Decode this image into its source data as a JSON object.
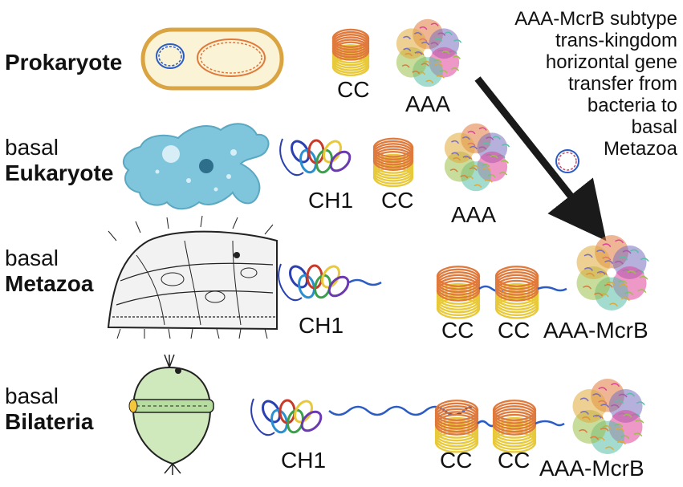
{
  "rows": {
    "prokaryote": {
      "name": "Prokaryote",
      "cc": "CC",
      "aaa": "AAA"
    },
    "eukaryote": {
      "prefix": "basal",
      "name": "Eukaryote",
      "ch1": "CH1",
      "cc": "CC",
      "aaa": "AAA"
    },
    "metazoa": {
      "prefix": "basal",
      "name": "Metazoa",
      "ch1": "CH1",
      "cc1": "CC",
      "cc2": "CC",
      "aaa": "AAA-McrB"
    },
    "bilateria": {
      "prefix": "basal",
      "name": "Bilateria",
      "ch1": "CH1",
      "cc1": "CC",
      "cc2": "CC",
      "aaa": "AAA-McrB"
    }
  },
  "note_lines": [
    "AAA-McrB subtype",
    "trans-kingdom",
    "horizontal gene",
    "transfer from",
    "bacteria to",
    "basal",
    "Metazoa"
  ],
  "colors": {
    "helix_orange": "#e07a3c",
    "helix_yellow": "#e8c93a",
    "linker_blue": "#2a5cc4",
    "cell_membrane": "#d9a441",
    "cell_fill": "#fbf3d6",
    "amoeba": "#7fc6dd",
    "blastula": "#cfe9bd",
    "aaa_colors": [
      "#e07a3c",
      "#7a6fc0",
      "#e0449a",
      "#58c0a8",
      "#9ac04a",
      "#e0a93a"
    ]
  },
  "icons": [
    "prokaryote-cell-icon",
    "amoeba-icon",
    "sponge-icon",
    "bilaterian-larva-icon",
    "plasmid-icon"
  ]
}
